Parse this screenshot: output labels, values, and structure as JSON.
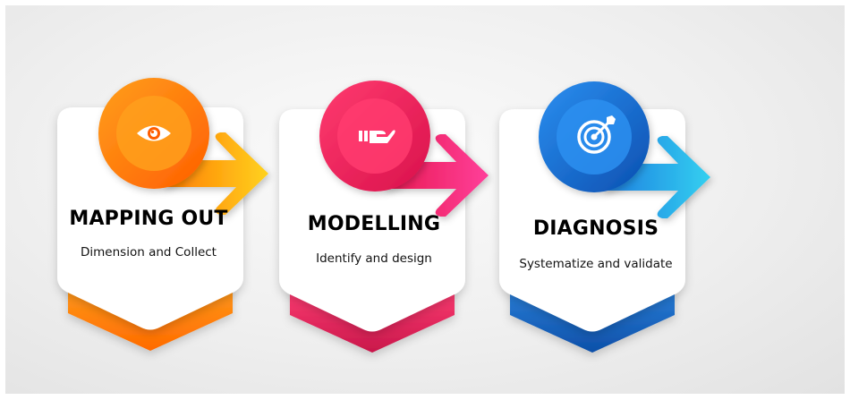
{
  "steps": [
    {
      "title": "MAPPING OUT",
      "subtitle": "Dimension and Collect",
      "icon": "eye-icon",
      "colors": {
        "base_top": "#ff9a1a",
        "base_bottom": "#ff6a00",
        "circle_a": "#ff9f1c",
        "circle_b": "#ff5e00",
        "arrow_a": "#ff7a00",
        "arrow_b": "#ffd21f"
      }
    },
    {
      "title": "MODELLING",
      "subtitle": "Identify and design",
      "icon": "handshake-icon",
      "colors": {
        "base_top": "#ff3d73",
        "base_bottom": "#c8174a",
        "circle_a": "#ff3b6f",
        "circle_b": "#d9114b",
        "arrow_a": "#e8194f",
        "arrow_b": "#ff3f9a"
      }
    },
    {
      "title": "DIAGNOSIS",
      "subtitle": "Systematize and validate",
      "icon": "target-icon",
      "colors": {
        "base_top": "#2a7fd8",
        "base_bottom": "#0d4fa8",
        "circle_a": "#2b8ff0",
        "circle_b": "#0b4fb0",
        "arrow_a": "#1e7de0",
        "arrow_b": "#33d0f0"
      }
    }
  ]
}
